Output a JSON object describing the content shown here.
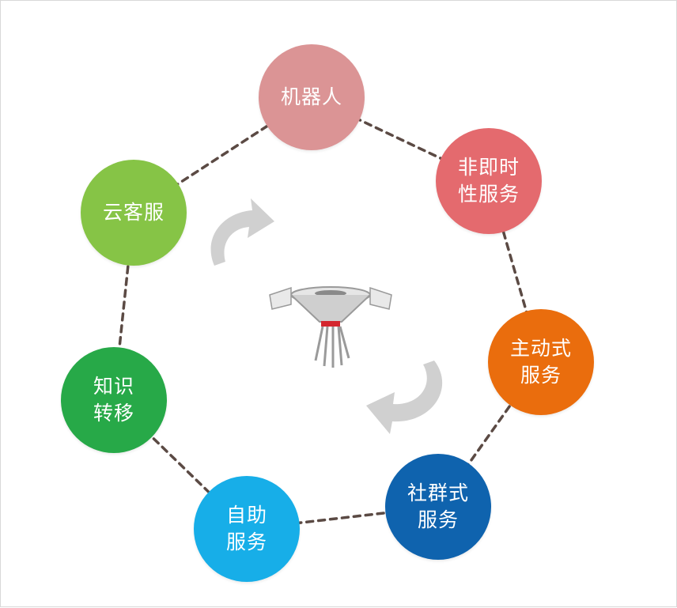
{
  "nodes": [
    {
      "id": "robot",
      "lines": [
        "机器人"
      ],
      "color": "#db9495"
    },
    {
      "id": "async-service",
      "lines": [
        "非即时",
        "性服务"
      ],
      "color": "#e46a6e"
    },
    {
      "id": "proactive-service",
      "lines": [
        "主动式",
        "服务"
      ],
      "color": "#ea6d0d"
    },
    {
      "id": "community-service",
      "lines": [
        "社群式",
        "服务"
      ],
      "color": "#0f63ae"
    },
    {
      "id": "self-service",
      "lines": [
        "自助",
        "服务"
      ],
      "color": "#17aee8"
    },
    {
      "id": "knowledge-transfer",
      "lines": [
        "知识",
        "转移"
      ],
      "color": "#27a948"
    },
    {
      "id": "cloud-service",
      "lines": [
        "云客服"
      ],
      "color": "#86c446"
    }
  ],
  "colors": {
    "dash": "#5b4a44",
    "arrow": "#d0d0d0",
    "funnel": "#bfbfbf",
    "funnel_band": "#d4262e"
  },
  "icons": [
    "circular-arrow-icon",
    "circular-arrow-icon",
    "funnel-icon"
  ]
}
